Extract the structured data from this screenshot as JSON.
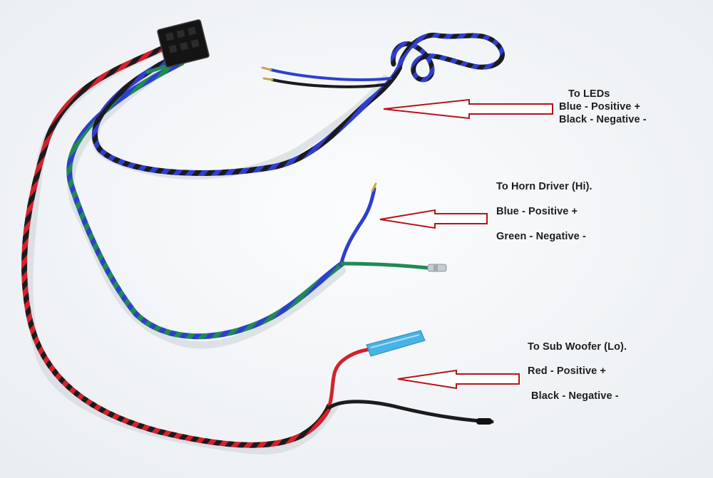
{
  "annotations": {
    "leds": {
      "heading": "To LEDs",
      "line1": "Blue - Positive +",
      "line2": "Black - Negative -"
    },
    "horn": {
      "heading": "To Horn Driver (Hi).",
      "line1": "Blue - Positive +",
      "line2": "Green - Negative -"
    },
    "sub": {
      "heading": "To Sub Woofer (Lo).",
      "line1": "Red - Positive +",
      "line2": "Black - Negative -"
    }
  },
  "colors": {
    "background": "#f5f7f9",
    "wire_red": "#d4212a",
    "wire_black": "#1b1b1f",
    "wire_blue": "#2e3fcf",
    "wire_green": "#1f8a55",
    "arrow_outline": "#b5141b",
    "connector_housing": "#141414",
    "spade_terminal": "#47b3e6",
    "copper_tip": "#c9a44a"
  }
}
